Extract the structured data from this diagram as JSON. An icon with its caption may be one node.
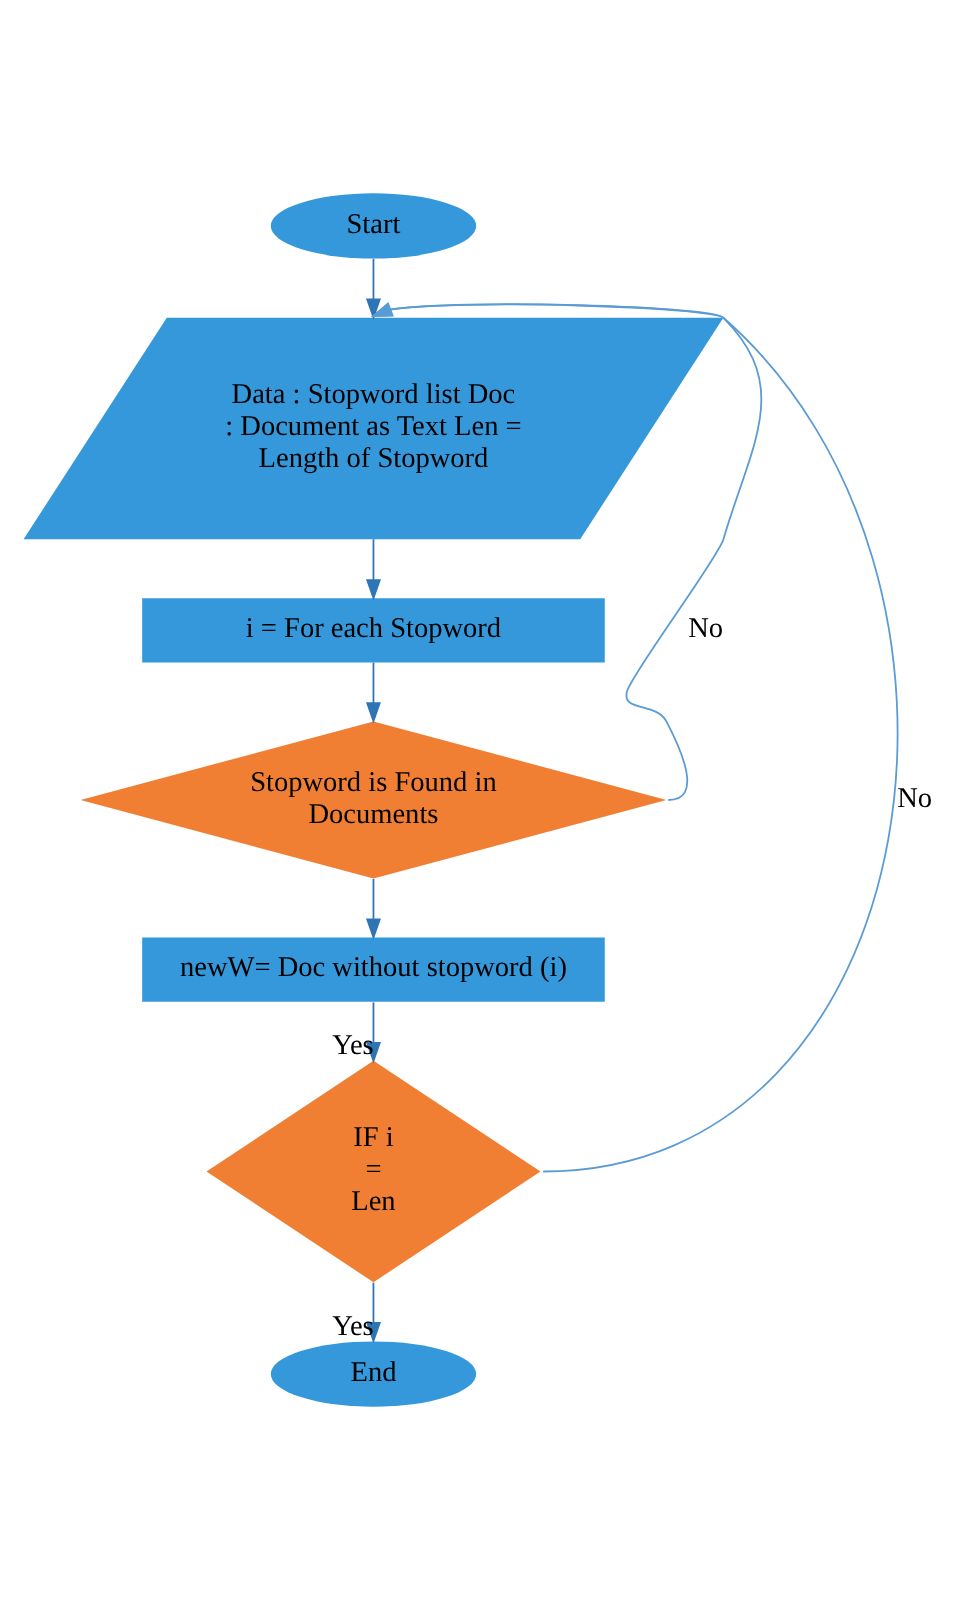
{
  "diagram": {
    "nodes": [
      {
        "text": [
          "Start"
        ]
      },
      {
        "text": [
          "Data : Stopword list Doc : Document as Text Len = Length of Stopword"
        ]
      },
      {
        "text": [
          "i = For each Stopword"
        ]
      },
      {
        "text": [
          "Stopword is Found in Documents"
        ]
      },
      {
        "text": [
          "newW= Doc without stopword (i)"
        ]
      },
      {
        "text": [
          "IF i = Len"
        ]
      },
      {
        "text": [
          "End"
        ]
      }
    ],
    "edges": [
      {
        "from": 0,
        "to": 1,
        "arrow": "to"
      },
      {
        "from": 1,
        "to": 2,
        "arrow": "to"
      },
      {
        "from": 2,
        "to": 3,
        "arrow": "to"
      },
      {
        "from": 3,
        "to": 4,
        "arrow": "to"
      },
      {
        "from": 4,
        "to": 5,
        "arrow": "to",
        "label": "Yes"
      },
      {
        "from": 5,
        "to": 6,
        "arrow": "to",
        "label": "Yes"
      },
      {
        "from": 3,
        "to": 1,
        "arrow": "to",
        "label": "No",
        "color": "#5b9bd5"
      },
      {
        "from": 5,
        "to": 1,
        "arrow": "to",
        "label": "No",
        "color": "#5b9bd5"
      }
    ]
  }
}
